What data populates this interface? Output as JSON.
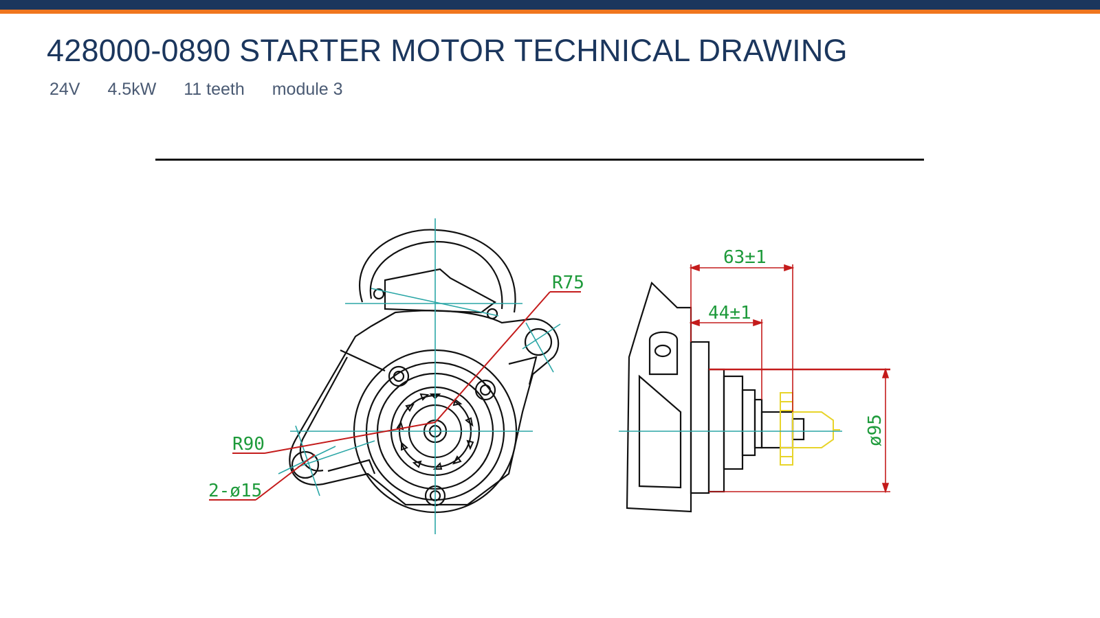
{
  "header": {
    "title": "428000-0890 STARTER MOTOR TECHNICAL DRAWING",
    "specs": [
      "24V",
      "4.5kW",
      "11 teeth",
      "module 3"
    ],
    "colors": {
      "primary": "#1b365d",
      "accent": "#f0761e"
    }
  },
  "drawing": {
    "front_view": {
      "labels": {
        "r75": "R75",
        "r90": "R90",
        "holes": "2-ø15"
      }
    },
    "side_view": {
      "labels": {
        "dim63": "63±1",
        "dim44": "44±1",
        "dia95": "ø95"
      }
    },
    "colors": {
      "outline": "#111111",
      "centerline": "#2aa6a6",
      "leader": "#c41b1b",
      "dimension_text": "#1d9a3a",
      "gear": "#e8d42a"
    }
  }
}
